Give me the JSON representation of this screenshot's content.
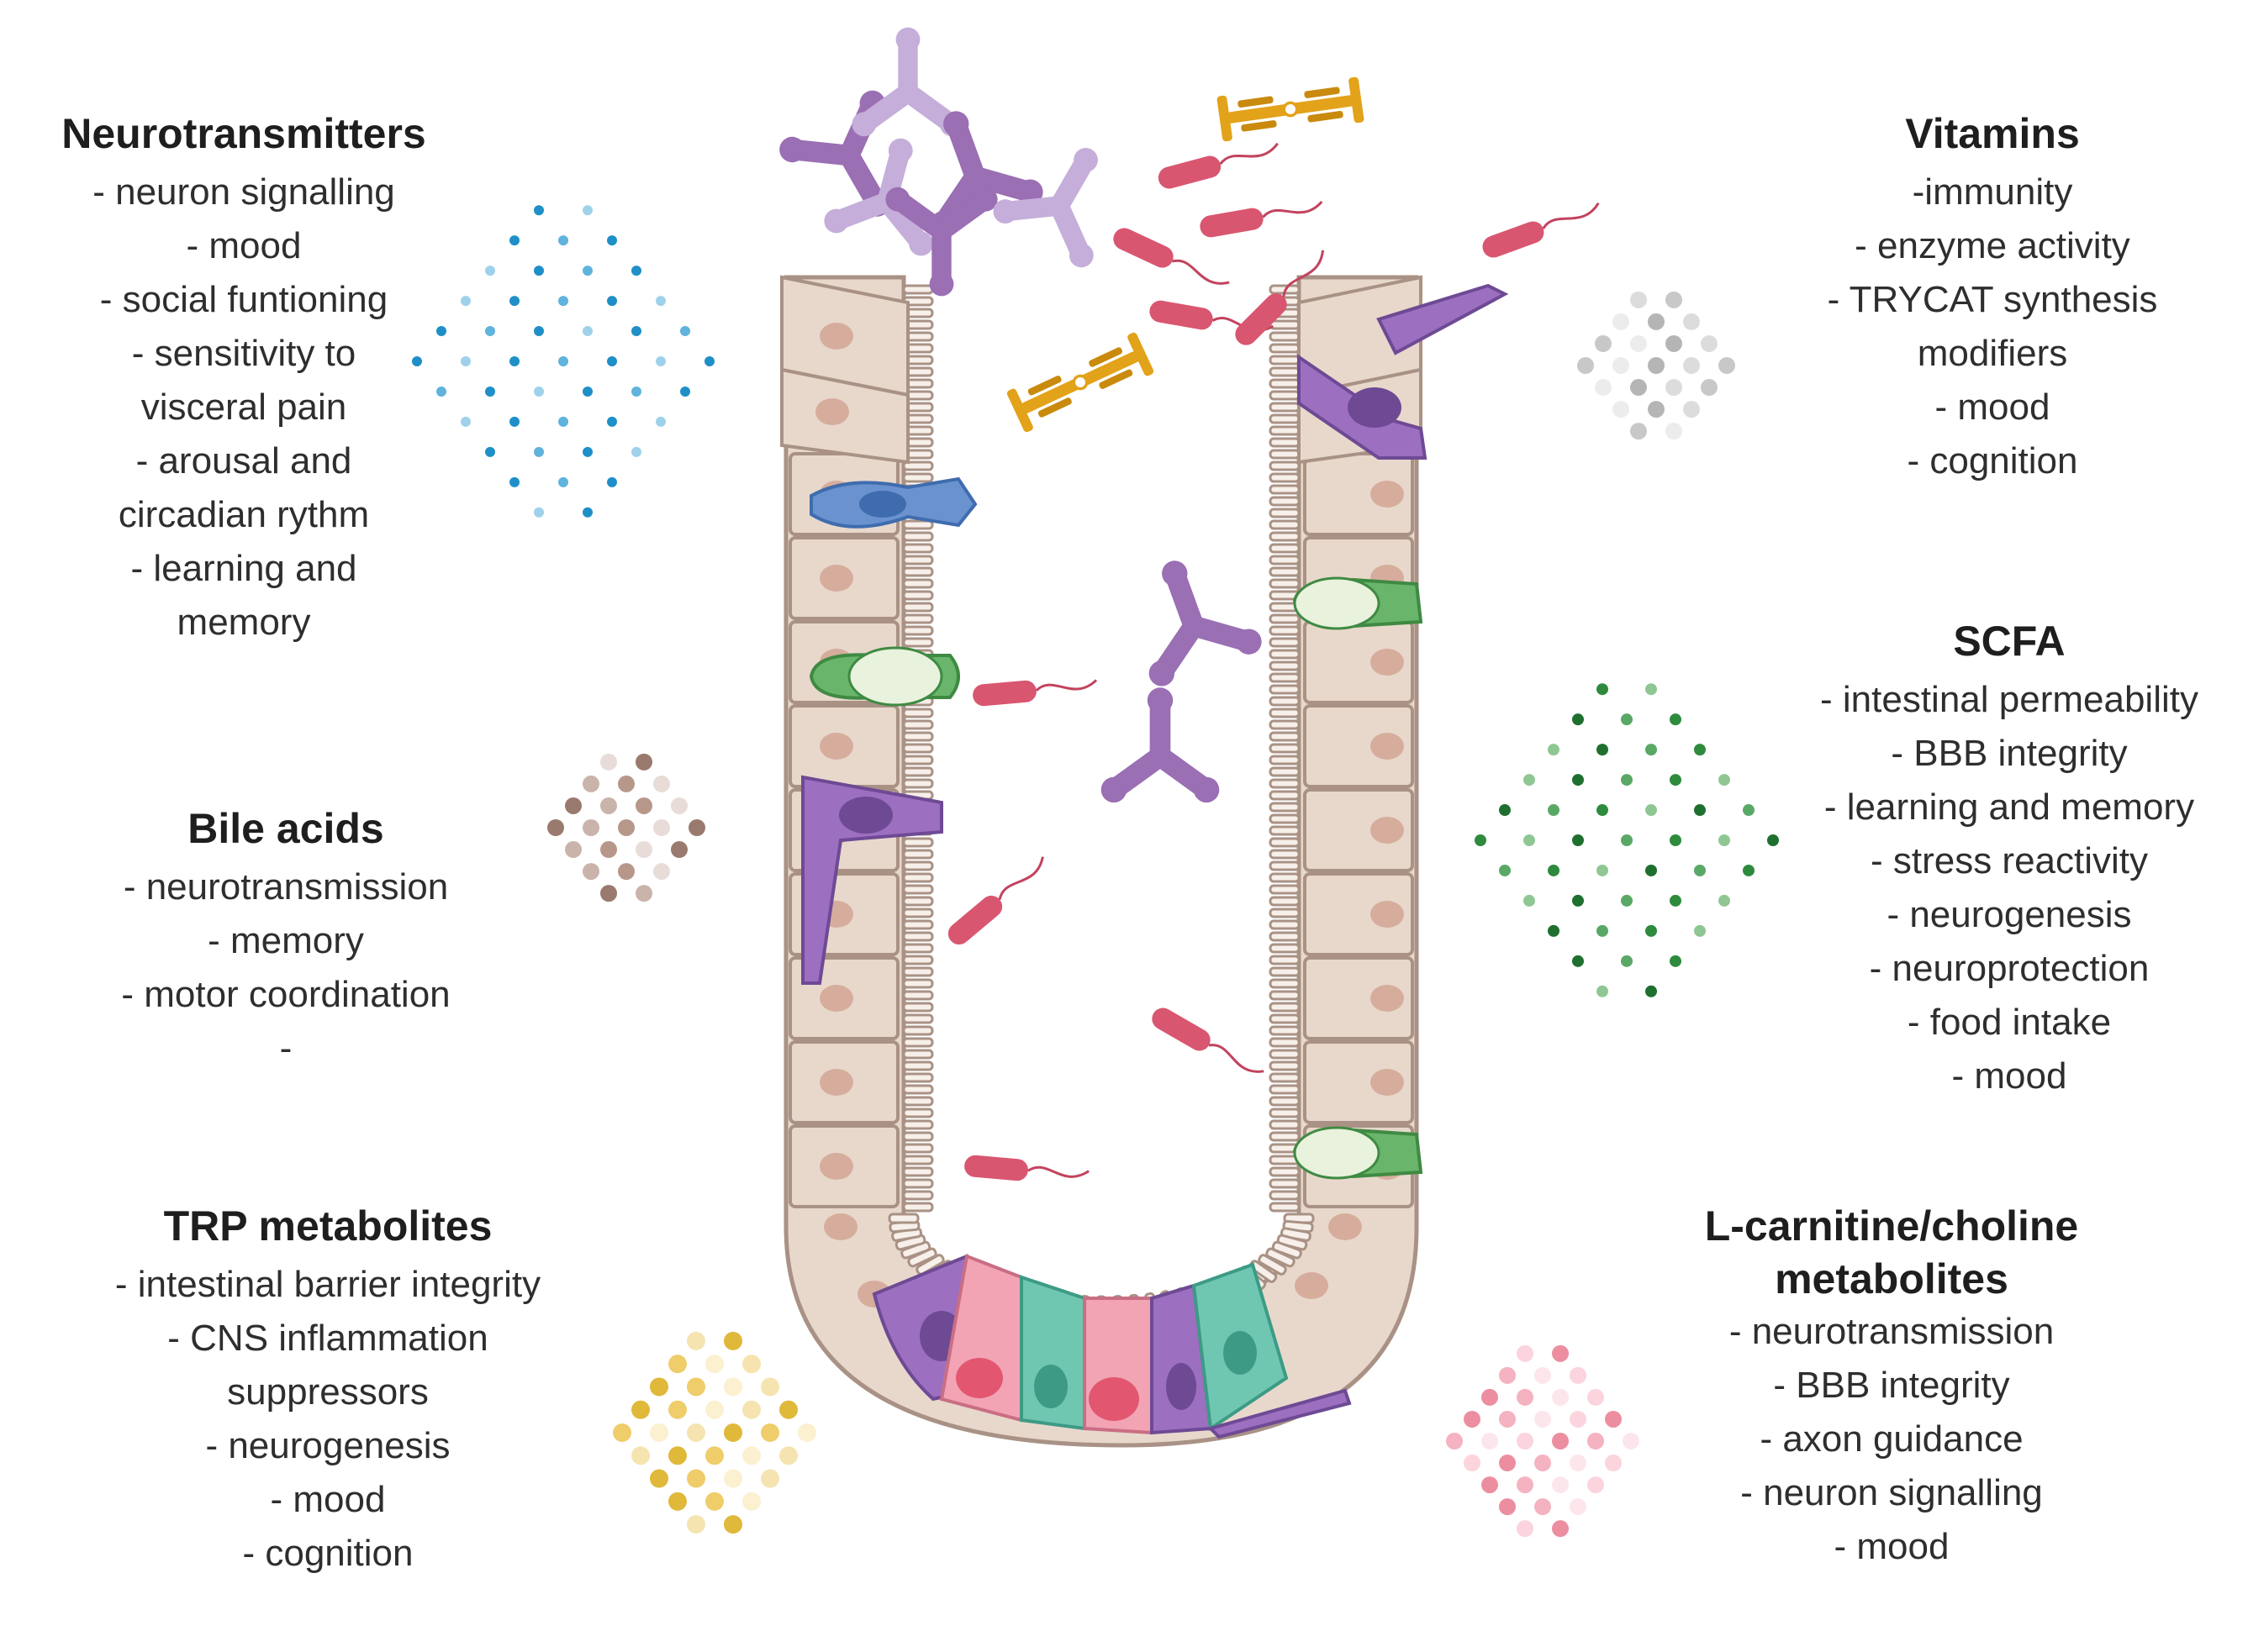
{
  "groups": {
    "neurotransmitters": {
      "title": "Neurotransmitters",
      "color": "#1f8fc8",
      "items": [
        "- neuron signalling",
        "- mood",
        "- social funtioning",
        "- sensitivity to",
        "visceral pain",
        "- arousal and",
        "circadian rythm",
        "- learning and",
        "memory"
      ]
    },
    "vitamins": {
      "title": "Vitamins",
      "color": "#c8c8c8",
      "items": [
        "-immunity",
        "- enzyme activity",
        "- TRYCAT synthesis",
        "modifiers",
        "- mood",
        "- cognition"
      ]
    },
    "bile_acids": {
      "title": "Bile acids",
      "color": "#9a7a6e",
      "items": [
        "- neurotransmission",
        "- memory",
        "- motor coordination",
        "-"
      ]
    },
    "scfa": {
      "title": "SCFA",
      "color": "#2e8b3e",
      "items": [
        "- intestinal permeability",
        "- BBB integrity",
        "- learning and memory",
        "- stress reactivity",
        "- neurogenesis",
        "- neuroprotection",
        "- food intake",
        "- mood"
      ]
    },
    "trp": {
      "title": "TRP metabolites",
      "color": "#e0b83a",
      "items": [
        "- intestinal barrier integrity",
        "- CNS inflammation",
        "suppressors",
        "- neurogenesis",
        "- mood",
        "- cognition"
      ]
    },
    "lcarnitine": {
      "title_line1": "L-carnitine/choline",
      "title_line2": "metabolites",
      "color": "#ec8ea0",
      "items": [
        "- neurotransmission",
        "- BBB integrity",
        "- axon guidance",
        "- neuron signalling",
        "- mood"
      ]
    }
  },
  "palette": {
    "epithelium": "#e8d8cc",
    "epithelium_border": "#a99285",
    "nucleus": "#d6ad9c",
    "antibody_purple": "#9a6fb3",
    "antibody_gold": "#e2a21a",
    "bacteria": "#d95670",
    "goblet_green": "#69b56c",
    "enteroendocrine_purple": "#9c6fc0",
    "paneth_pink": "#f2a4b4",
    "stem_teal": "#6fc7b2",
    "tuft_blue": "#6a92cf"
  }
}
